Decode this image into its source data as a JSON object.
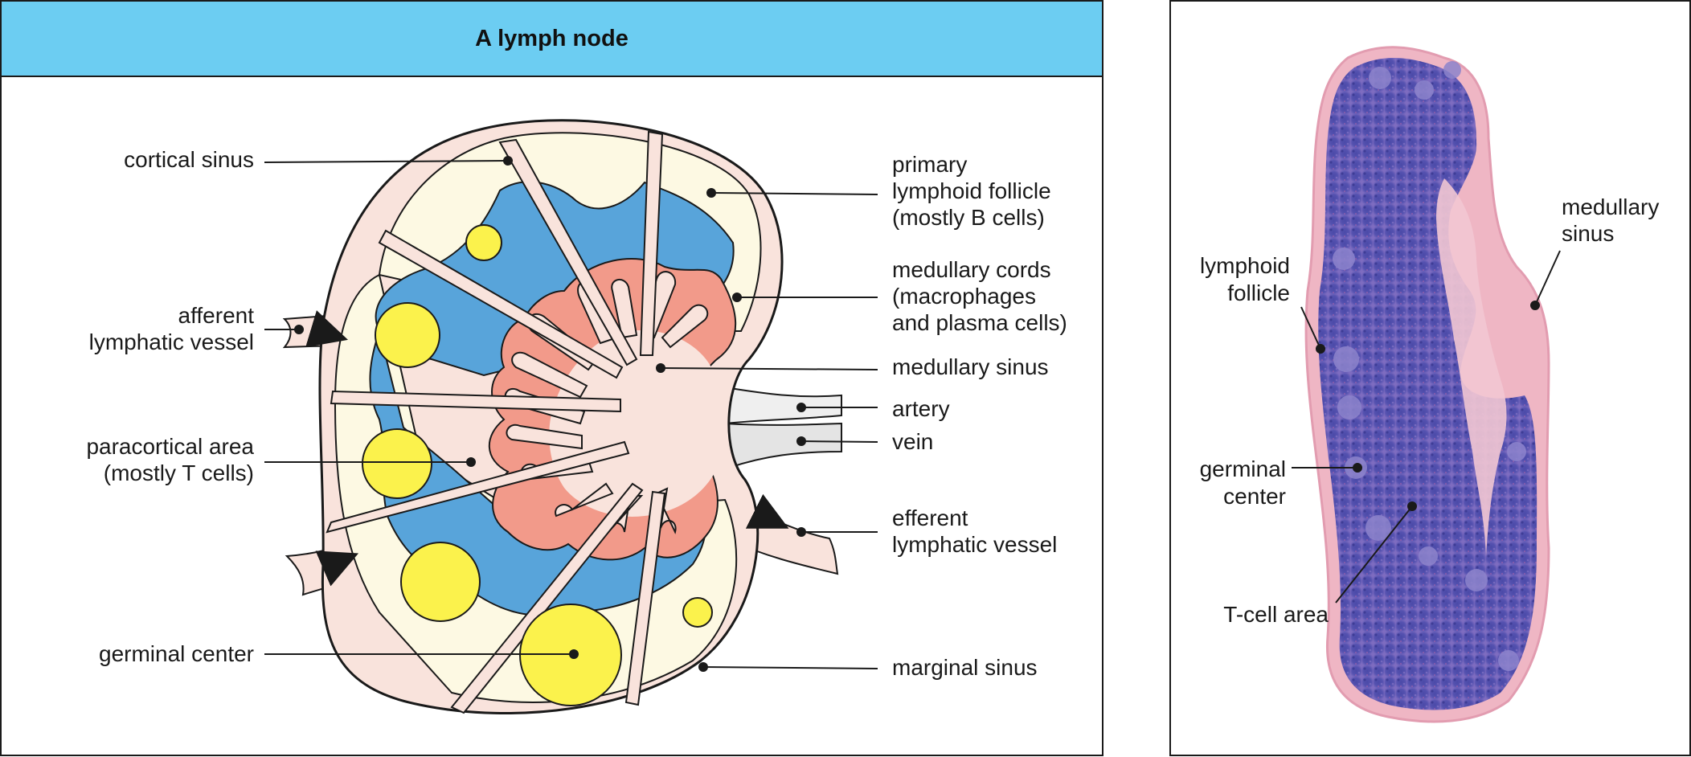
{
  "left_panel": {
    "title": "A lymph node",
    "labels": {
      "cortical_sinus": "cortical sinus",
      "afferent_1": "afferent",
      "afferent_2": "lymphatic vessel",
      "paracortical_1": "paracortical area",
      "paracortical_2": "(mostly T cells)",
      "germinal_center": "germinal center",
      "primary_1": "primary",
      "primary_2": "lymphoid follicle",
      "primary_3": "(mostly B cells)",
      "cords_1": "medullary cords",
      "cords_2": "(macrophages",
      "cords_3": "and plasma cells)",
      "medullary_sinus": "medullary sinus",
      "artery": "artery",
      "vein": "vein",
      "efferent_1": "efferent",
      "efferent_2": "lymphatic vessel",
      "marginal_sinus": "marginal sinus"
    }
  },
  "right_panel": {
    "labels": {
      "lymphoid_1": "lymphoid",
      "lymphoid_2": "follicle",
      "germinal_1": "germinal",
      "germinal_2": "center",
      "tcell": "T-cell area",
      "medsinus_1": "medullary",
      "medsinus_2": "sinus"
    }
  },
  "colors": {
    "title_bar": "#6ccdf2",
    "capsule": "#f9e3dc",
    "follicle": "#fdf9e3",
    "germinal": "#fbf24c",
    "paracortex": "#58a4da",
    "cords": "#f29a8a",
    "vessel": "#efefef"
  }
}
